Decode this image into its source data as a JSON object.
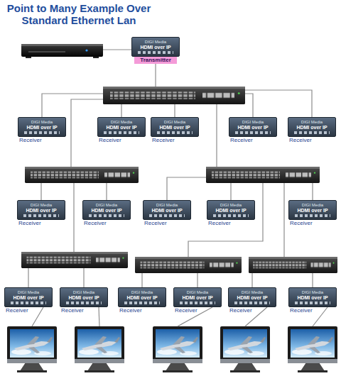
{
  "diagram": {
    "title": "Point to Many Example Over Standard Ethernet Lan",
    "nodes": [
      {
        "text": [
          "DIGI Media",
          "HDMI over IP",
          "Transmitter"
        ]
      },
      {
        "text": [
          "DIGI Media",
          "HDMI over IP",
          "Receiver"
        ]
      },
      {
        "text": [
          "DIGI Media",
          "HDMI over IP",
          "Receiver"
        ]
      },
      {
        "text": [
          "DIGI Media",
          "HDMI over IP",
          "Receiver"
        ]
      },
      {
        "text": [
          "DIGI Media",
          "HDMI over IP",
          "Receiver"
        ]
      },
      {
        "text": [
          "DIGI Media",
          "HDMI over IP",
          "Receiver"
        ]
      },
      {
        "text": [
          "DIGI Media",
          "HDMI over IP",
          "Receiver"
        ]
      },
      {
        "text": [
          "DIGI Media",
          "HDMI over IP",
          "Receiver"
        ]
      },
      {
        "text": [
          "DIGI Media",
          "HDMI over IP",
          "Receiver"
        ]
      },
      {
        "text": [
          "DIGI Media",
          "HDMI over IP",
          "Receiver"
        ]
      },
      {
        "text": [
          "DIGI Media",
          "HDMI over IP",
          "Receiver"
        ]
      },
      {
        "text": [
          "DIGI Media",
          "HDMI over IP",
          "Receiver"
        ]
      },
      {
        "text": [
          "DIGI Media",
          "HDMI over IP",
          "Receiver"
        ]
      },
      {
        "text": [
          "DIGI Media",
          "HDMI over IP",
          "Receiver"
        ]
      },
      {
        "text": [
          "DIGI Media",
          "HDMI over IP",
          "Receiver"
        ]
      },
      {
        "text": [
          "DIGI Media",
          "HDMI over IP",
          "Receiver"
        ]
      },
      {
        "text": [
          "DIGI Media",
          "HDMI over IP",
          "Receiver"
        ]
      }
    ]
  }
}
